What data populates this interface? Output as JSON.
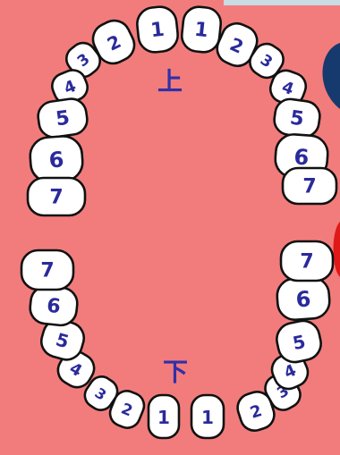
{
  "colors": {
    "background": "#f27c7c",
    "tooth_fill": "#ffffff",
    "tooth_outline": "#111111",
    "number_color": "#2a2a9c",
    "label_color": "#3030a8",
    "side_badge_blue": "#163a6e",
    "side_badge_red": "#e01818",
    "top_strip": "#c9dbe4"
  },
  "labels": {
    "upper": "上",
    "lower": "下"
  },
  "upper_teeth": {
    "left": [
      "1",
      "2",
      "3",
      "4",
      "5",
      "6",
      "7"
    ],
    "right": [
      "1",
      "2",
      "3",
      "4",
      "5",
      "6",
      "7"
    ]
  },
  "lower_teeth": {
    "left": [
      "1",
      "2",
      "3",
      "4",
      "5",
      "6",
      "7"
    ],
    "right": [
      "1",
      "2",
      "3",
      "4",
      "5",
      "6",
      "7"
    ]
  }
}
